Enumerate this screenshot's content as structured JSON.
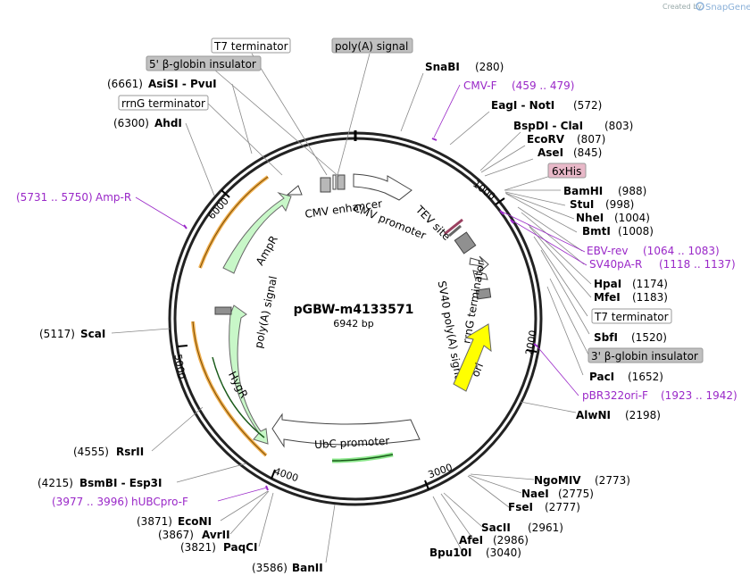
{
  "brand": {
    "created_by": "Created by",
    "name": "SnapGene"
  },
  "plasmid": {
    "name": "pGBW-m4133571",
    "length": "6942 bp"
  },
  "ticks": [
    "1000",
    "2000",
    "3000",
    "4000",
    "5000",
    "6000"
  ],
  "features": {
    "cmv_enhancer": "CMV enhancer",
    "cmv_promoter": "CMV promoter",
    "tev_site": "TEV site",
    "sv40_polya": "SV40 poly(A) signal",
    "rrng": "rrnG terminator",
    "ori": "ori",
    "ubc": "UbC promoter",
    "hygr": "HygR",
    "polya": "poly(A) signal",
    "ampr": "AmpR"
  },
  "boxed_labels": {
    "t7_top": "T7 terminator",
    "polya_signal": "poly(A) signal",
    "globin_5": "5' β-globin insulator",
    "rrng_top": "rrnG terminator",
    "his": "6xHis",
    "t7_right": "T7 terminator",
    "globin_3": "3' β-globin insulator"
  },
  "sites": [
    {
      "pos": "(280)",
      "name": "SnaBI"
    },
    {
      "pos": "(572)",
      "name": "EagI  -  NotI"
    },
    {
      "pos": "(803)",
      "name": "BspDI  -  ClaI"
    },
    {
      "pos": "(807)",
      "name": "EcoRV"
    },
    {
      "pos": "(845)",
      "name": "AseI"
    },
    {
      "pos": "(988)",
      "name": "BamHI"
    },
    {
      "pos": "(998)",
      "name": "StuI"
    },
    {
      "pos": "(1004)",
      "name": "NheI"
    },
    {
      "pos": "(1008)",
      "name": "BmtI"
    },
    {
      "pos": "(1174)",
      "name": "HpaI"
    },
    {
      "pos": "(1183)",
      "name": "MfeI"
    },
    {
      "pos": "(1520)",
      "name": "SbfI"
    },
    {
      "pos": "(1652)",
      "name": "PacI"
    },
    {
      "pos": "(2198)",
      "name": "AlwNI"
    },
    {
      "pos": "(2773)",
      "name": "NgoMIV"
    },
    {
      "pos": "(2775)",
      "name": "NaeI"
    },
    {
      "pos": "(2777)",
      "name": "FseI"
    },
    {
      "pos": "(2961)",
      "name": "SacII"
    },
    {
      "pos": "(2986)",
      "name": "AfeI"
    },
    {
      "pos": "(3040)",
      "name": "Bpu10I"
    },
    {
      "pos": "(3586)",
      "name": "BanII"
    },
    {
      "pos": "(3821)",
      "name": "PaqCI"
    },
    {
      "pos": "(3867)",
      "name": "AvrII"
    },
    {
      "pos": "(3871)",
      "name": "EcoNI"
    },
    {
      "pos": "(4215)",
      "name": "BsmBI  -  Esp3I"
    },
    {
      "pos": "(4555)",
      "name": "RsrII"
    },
    {
      "pos": "(5117)",
      "name": "ScaI"
    },
    {
      "pos": "(6300)",
      "name": "AhdI"
    },
    {
      "pos": "(6661)",
      "name": "AsiSI  -  PvuI"
    }
  ],
  "primers": [
    {
      "name": "CMV-F",
      "range": "(459 .. 479)"
    },
    {
      "name": "EBV-rev",
      "range": "(1064 .. 1083)"
    },
    {
      "name": "SV40pA-R",
      "range": "(1118 .. 1137)"
    },
    {
      "name": "pBR322ori-F",
      "range": "(1923 .. 1942)"
    },
    {
      "name": "hUBCpro-F",
      "range": "(3977 .. 3996)"
    },
    {
      "name": "Amp-R",
      "range": "(5731 .. 5750)"
    }
  ],
  "colors": {
    "primer": "#9a28c8",
    "feature_green": "#c8f7c8",
    "ori_yellow": "#ffff00",
    "orf_orange": "#f0b050",
    "his_box": "#e8b8c8",
    "grey_box": "#c0c0c0"
  }
}
